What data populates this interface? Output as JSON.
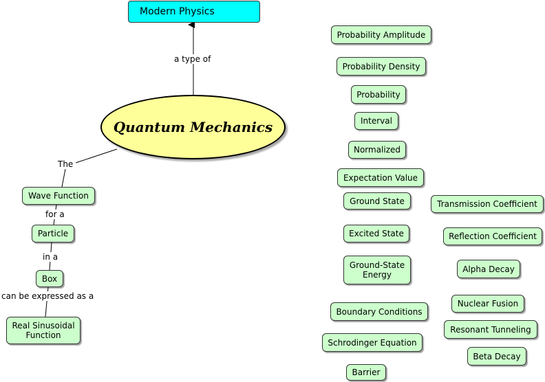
{
  "top": {
    "label": "Modern Physics"
  },
  "center": {
    "label": "Quantum Mechanics"
  },
  "link_labels": {
    "type_of": "a type of",
    "the": "The",
    "for_a": "for a",
    "in_a": "in a",
    "expressed": "can be expressed as a"
  },
  "chain": {
    "wave_function": "Wave Function",
    "particle": "Particle",
    "box": "Box",
    "real_sinusoidal": "Real Sinusoidal\nFunction"
  },
  "concepts": {
    "probability_amplitude": "Probability Amplitude",
    "probability_density": "Probability Density",
    "probability": "Probability",
    "interval": "Interval",
    "normalized": "Normalized",
    "expectation_value": "Expectation Value",
    "ground_state": "Ground State",
    "excited_state": "Excited State",
    "ground_state_energy": "Ground-State\nEnergy",
    "boundary_conditions": "Boundary Conditions",
    "schrodinger_equation": "Schrodinger Equation",
    "barrier": "Barrier",
    "transmission_coefficient": "Transmission Coefficient",
    "reflection_coefficient": "Reflection Coefficient",
    "alpha_decay": "Alpha Decay",
    "nuclear_fusion": "Nuclear Fusion",
    "resonant_tunneling": "Resonant Tunneling",
    "beta_decay": "Beta Decay"
  }
}
